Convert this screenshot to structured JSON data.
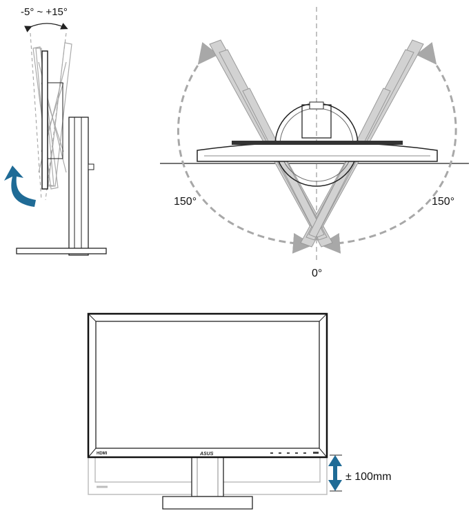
{
  "tilt": {
    "range_label": "-5° ~ +15°"
  },
  "swivel": {
    "left_label": "150°",
    "right_label": "150°",
    "bottom_label": "0°"
  },
  "height": {
    "adjust_label": "± 100mm"
  },
  "monitor": {
    "brand_logo": "ASUS",
    "port_label": "HDMI"
  },
  "colors": {
    "arrow_blue": "#1f6b96",
    "ghost_gray": "#b8b8b8",
    "dash_gray": "#a8a8a8",
    "line": "#222222"
  }
}
